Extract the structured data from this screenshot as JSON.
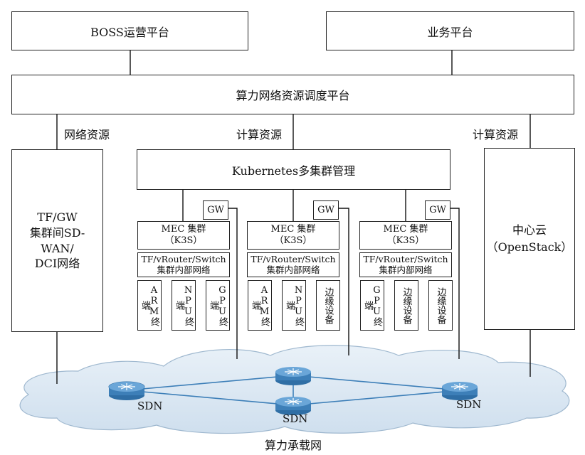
{
  "top": {
    "boss": "BOSS运营平台",
    "business": "业务平台"
  },
  "scheduler": "算力网络资源调度平台",
  "labels": {
    "network_resource": "网络资源",
    "compute_resource_mid": "计算资源",
    "compute_resource_right": "计算资源"
  },
  "left_box": {
    "line1": "TF/GW",
    "line2": "集群间SD-",
    "line3": "WAN/",
    "line4": "DCI网络"
  },
  "k8s": "Kubernetes多集群管理",
  "right_box": {
    "line1": "中心云",
    "line2": "（OpenStack）"
  },
  "clusters": [
    {
      "gw": "GW",
      "mec1": "MEC 集群",
      "mec2": "（K3S）",
      "net1": "TF/vRouter/Switch",
      "net2": "集群内部网络",
      "terminals": [
        "ARM终端",
        "NPU终端",
        "GPU终端"
      ]
    },
    {
      "gw": "GW",
      "mec1": "MEC 集群",
      "mec2": "（K3S）",
      "net1": "TF/vRouter/Switch",
      "net2": "集群内部网络",
      "terminals": [
        "ARM终端",
        "NPU终端",
        "边缘设备"
      ]
    },
    {
      "gw": "GW",
      "mec1": "MEC 集群",
      "mec2": "（K3S）",
      "net1": "TF/vRouter/Switch",
      "net2": "集群内部网络",
      "terminals": [
        "GPU终端",
        "边缘设备",
        "边缘设备"
      ]
    }
  ],
  "sdn": {
    "left": "SDN",
    "middle": "SDN",
    "right": "SDN"
  },
  "bearer_network": "算力承载网",
  "colors": {
    "cloud_fill": "#dde9f3",
    "cloud_stroke": "#9fb8cf",
    "router_fill": "#3d7fb8",
    "router_top": "#6aa6d8"
  }
}
